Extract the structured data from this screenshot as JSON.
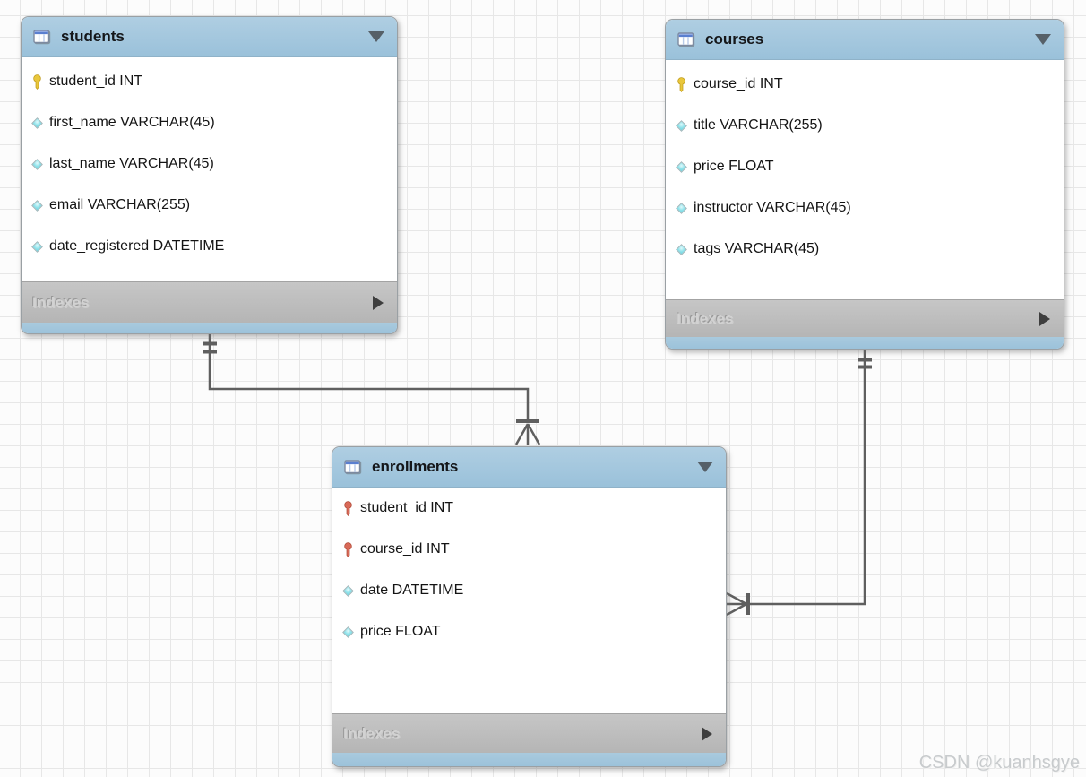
{
  "diagram": {
    "tool": "eer-diagram",
    "watermark": "CSDN @kuanhsgye",
    "colors": {
      "table_header_blue": "#9ac1da",
      "indexes_footer_gray": "#bcbcbc",
      "connector_line": "#5f5f5f",
      "primary_key_icon": "#e9c73c",
      "foreign_key_icon": "#d96a58",
      "column_icon": "#8fe2ea"
    },
    "tables": [
      {
        "title": "students",
        "footer_label": "Indexes",
        "columns": [
          {
            "name": "student_id",
            "type": "INT",
            "icon": "primary-key"
          },
          {
            "name": "first_name",
            "type": "VARCHAR(45)",
            "icon": "column"
          },
          {
            "name": "last_name",
            "type": "VARCHAR(45)",
            "icon": "column"
          },
          {
            "name": "email",
            "type": "VARCHAR(255)",
            "icon": "column"
          },
          {
            "name": "date_registered",
            "type": "DATETIME",
            "icon": "column"
          }
        ]
      },
      {
        "title": "courses",
        "footer_label": "Indexes",
        "columns": [
          {
            "name": "course_id",
            "type": "INT",
            "icon": "primary-key"
          },
          {
            "name": "title",
            "type": "VARCHAR(255)",
            "icon": "column"
          },
          {
            "name": "price",
            "type": "FLOAT",
            "icon": "column"
          },
          {
            "name": "instructor",
            "type": "VARCHAR(45)",
            "icon": "column"
          },
          {
            "name": "tags",
            "type": "VARCHAR(45)",
            "icon": "column"
          }
        ]
      },
      {
        "title": "enrollments",
        "footer_label": "Indexes",
        "columns": [
          {
            "name": "student_id",
            "type": "INT",
            "icon": "foreign-key"
          },
          {
            "name": "course_id",
            "type": "INT",
            "icon": "foreign-key"
          },
          {
            "name": "date",
            "type": "DATETIME",
            "icon": "column"
          },
          {
            "name": "price",
            "type": "FLOAT",
            "icon": "column"
          }
        ]
      }
    ],
    "relationships": [
      {
        "from": "students",
        "to": "enrollments",
        "from_cardinality": "one-mandatory",
        "to_cardinality": "many",
        "identifying": true
      },
      {
        "from": "courses",
        "to": "enrollments",
        "from_cardinality": "one-mandatory",
        "to_cardinality": "many",
        "identifying": true
      }
    ]
  }
}
